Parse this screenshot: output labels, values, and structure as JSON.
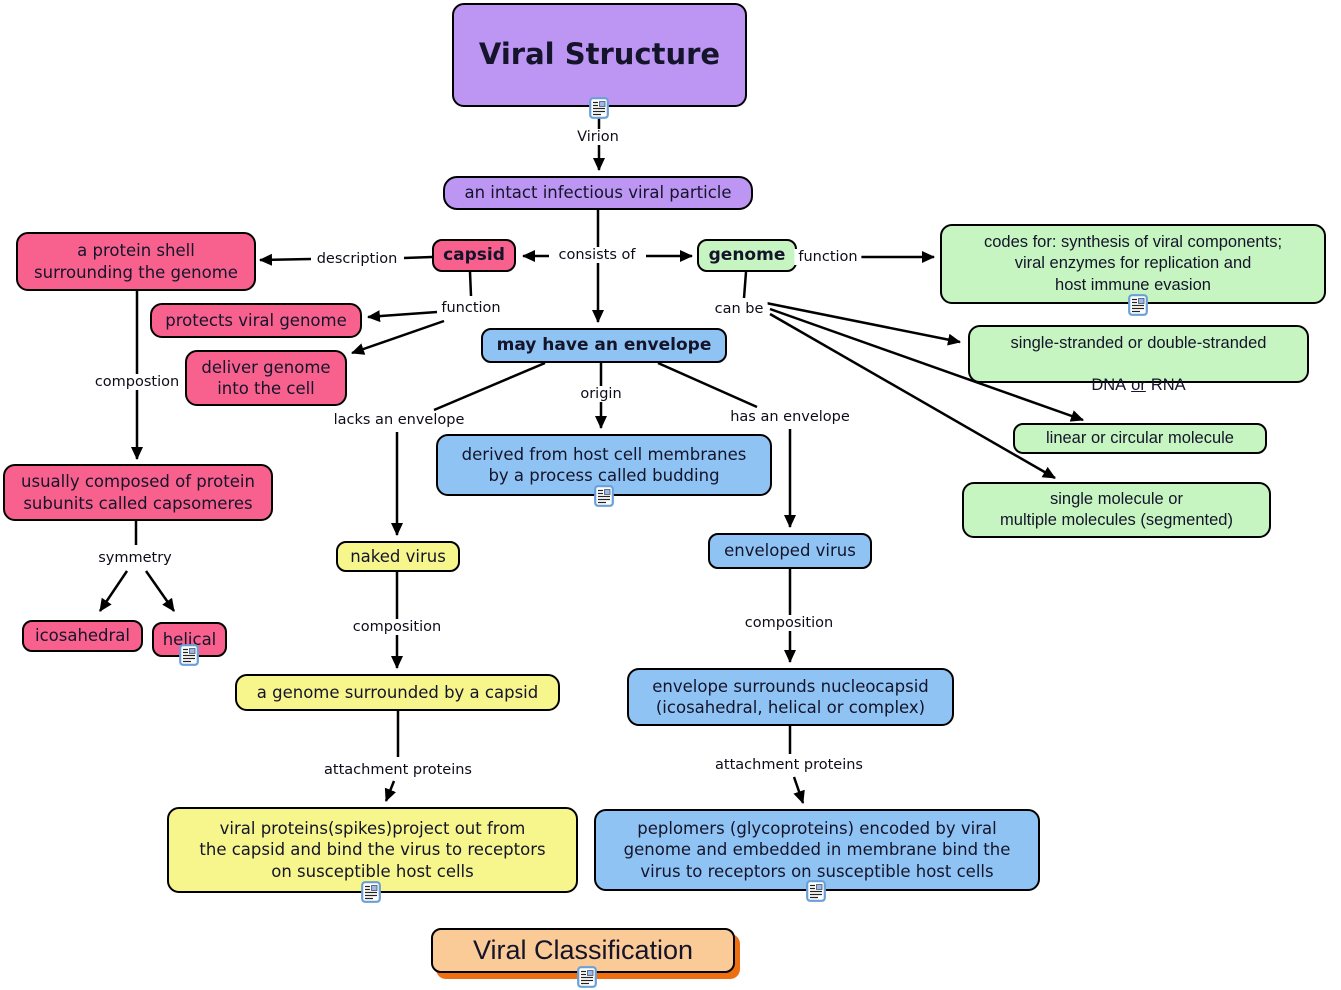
{
  "title": "Viral Structure",
  "nodes": {
    "viral_structure": "Viral Structure",
    "intact": "an intact infectious viral particle",
    "capsid": "capsid",
    "genome": "genome",
    "protein_shell": "a protein shell\nsurrounding the genome",
    "protects": "protects viral genome",
    "deliver": "deliver genome\ninto the cell",
    "capsomeres": "usually composed of protein\nsubunits called capsomeres",
    "icosahedral": "icosahedral",
    "helical": "helical",
    "may_envelope": "may have an envelope",
    "derived": "derived from host cell membranes\nby a process called budding",
    "naked": "naked virus",
    "enveloped": "enveloped virus",
    "genome_capsid": "a genome surrounded by a capsid",
    "viral_proteins": "viral proteins(spikes)project out from\nthe capsid and bind the virus to receptors\non susceptible host cells",
    "envelope_surrounds": "envelope surrounds nucleocapsid\n(icosahedral, helical or complex)",
    "peplomers": "peplomers (glycoproteins) encoded by viral\ngenome and embedded in membrane bind the\nvirus to receptors on susceptible host cells",
    "codes_for": "codes for: synthesis of viral components;\nviral enzymes for replication and\nhost immune evasion",
    "ss_ds": {
      "line1": "single-stranded or double-stranded",
      "dna": "DNA",
      "or": "or",
      "rna": "RNA"
    },
    "linear": "linear or circular molecule",
    "single_molecule": "single molecule or\nmultiple molecules (segmented)",
    "classification": "Viral Classification"
  },
  "links": {
    "virion": "Virion",
    "consists_of": "consists of",
    "description": "description",
    "function_capsid": "function",
    "compostion": "compostion",
    "symmetry": "symmetry",
    "origin": "origin",
    "lacks_envelope": "lacks an envelope",
    "has_envelope": "has an envelope",
    "composition_left": "composition",
    "attachment_left": "attachment proteins",
    "composition_right": "composition",
    "attachment_right": "attachment proteins",
    "function_genome": "function",
    "can_be": "can be"
  },
  "icons": {
    "resource": "document-with-image-note"
  },
  "colors": {
    "purple": "#BC96F2",
    "pink": "#F8618D",
    "blue": "#8FC3F3",
    "green": "#C7F5C1",
    "yellow": "#F6F68C",
    "orange": "#FACA97",
    "orange_shadow": "#EE6F12",
    "line": "#000000",
    "icon_border": "#6A9FD8"
  }
}
